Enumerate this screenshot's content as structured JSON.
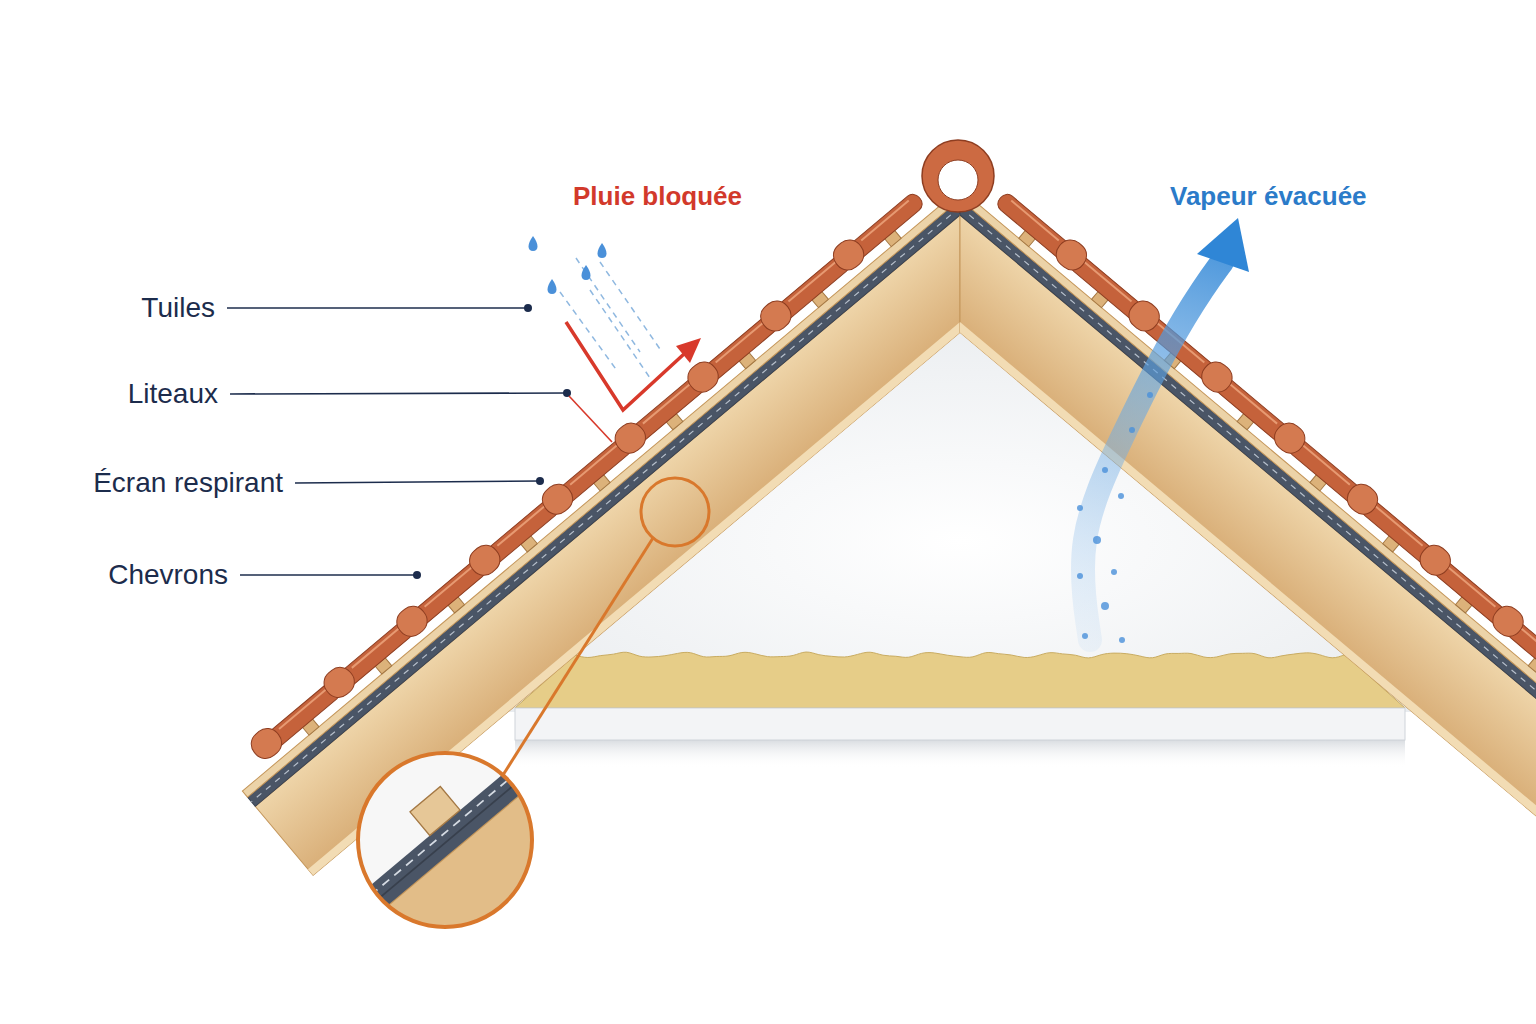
{
  "diagram": {
    "labels": [
      "Pluie bloquée",
      "Vapeur évacuée",
      "Tuiles",
      "Liteaux",
      "Écran respirant",
      "Chevrons"
    ]
  }
}
